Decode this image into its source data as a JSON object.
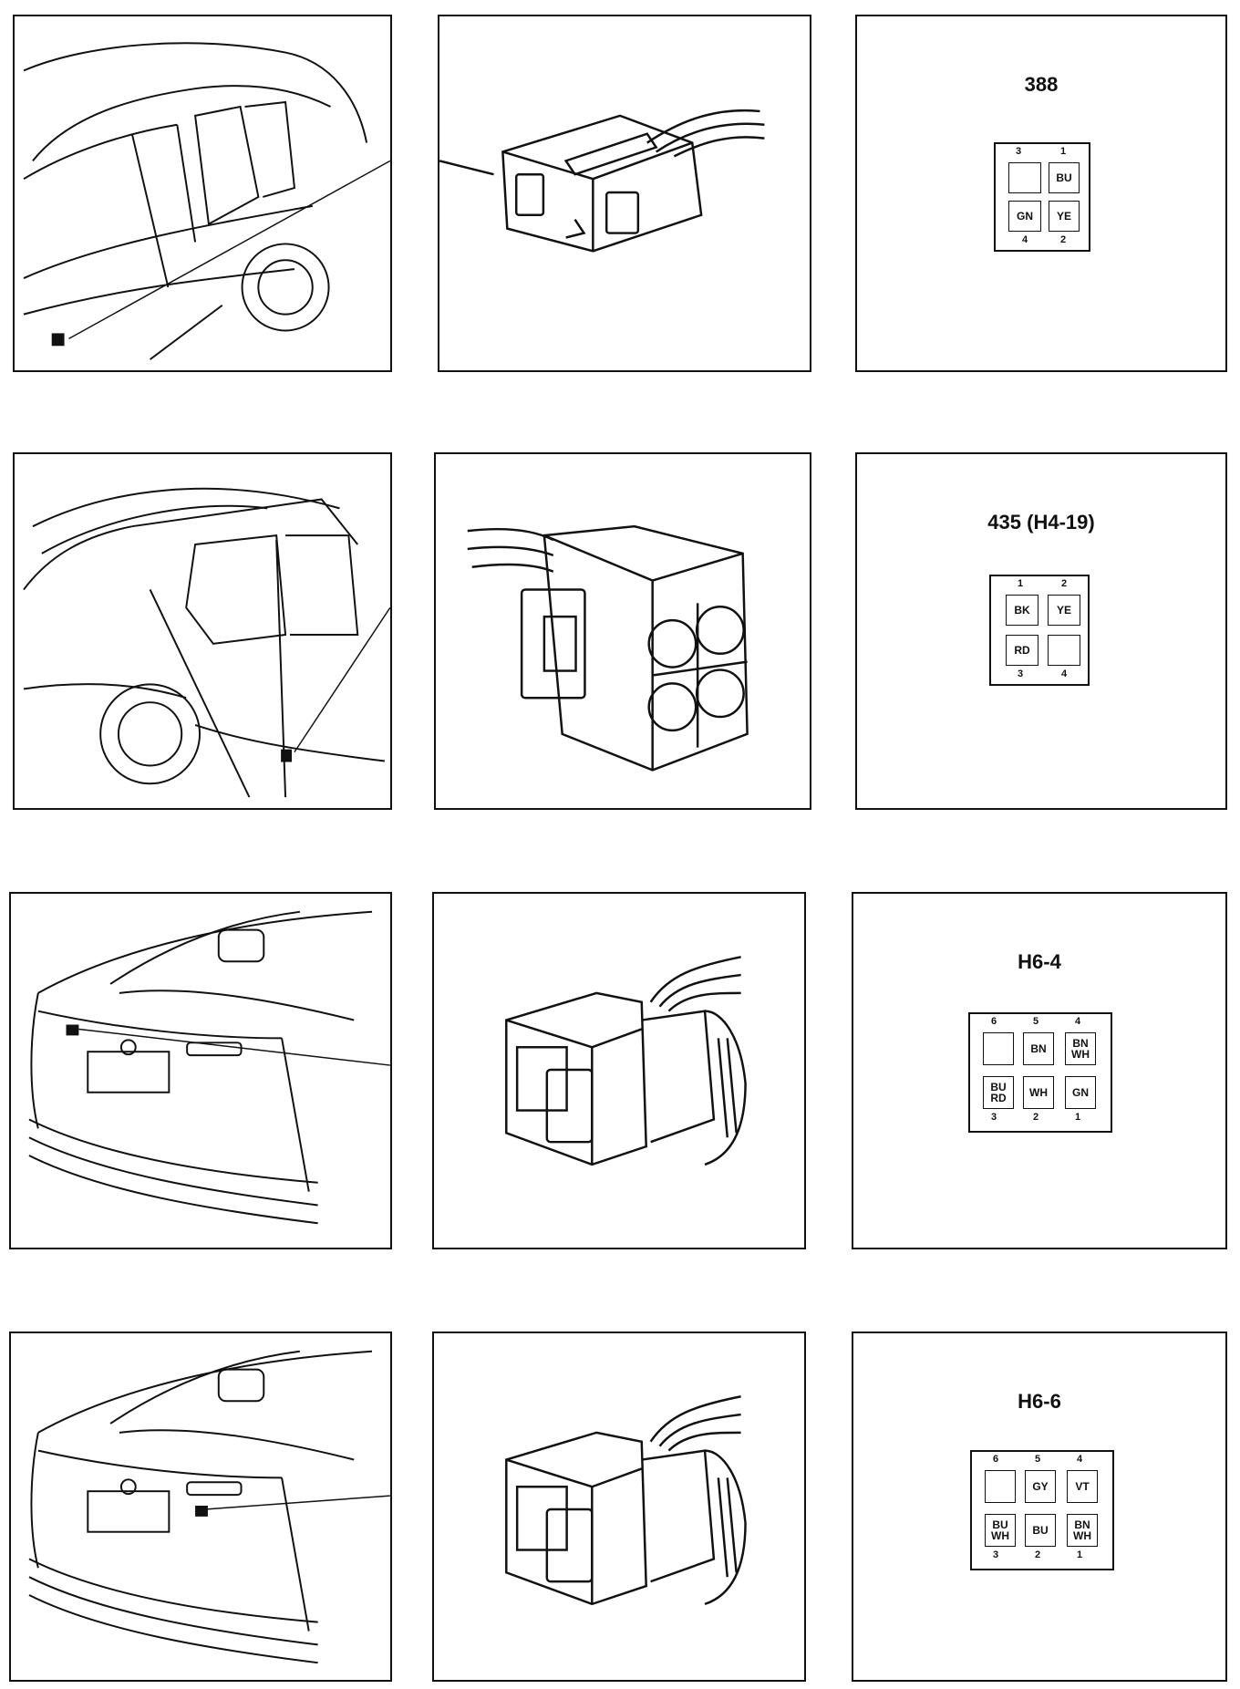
{
  "connectors": [
    {
      "title": "388",
      "pins": [
        {
          "num": "3",
          "color": ""
        },
        {
          "num": "1",
          "color": "BU"
        },
        {
          "num": "4",
          "color": "GN"
        },
        {
          "num": "2",
          "color": "YE"
        }
      ]
    },
    {
      "title": "435 (H4-19)",
      "pins": [
        {
          "num": "1",
          "color": "BK"
        },
        {
          "num": "2",
          "color": "YE"
        },
        {
          "num": "3",
          "color": "RD"
        },
        {
          "num": "4",
          "color": ""
        }
      ]
    },
    {
      "title": "H6-4",
      "pins": [
        {
          "num": "6",
          "color": ""
        },
        {
          "num": "5",
          "color": "BN"
        },
        {
          "num": "4",
          "color": "BN WH"
        },
        {
          "num": "3",
          "color": "BU RD"
        },
        {
          "num": "2",
          "color": "WH"
        },
        {
          "num": "1",
          "color": "GN"
        }
      ]
    },
    {
      "title": "H6-6",
      "pins": [
        {
          "num": "6",
          "color": ""
        },
        {
          "num": "5",
          "color": "GY"
        },
        {
          "num": "4",
          "color": "VT"
        },
        {
          "num": "3",
          "color": "BU WH"
        },
        {
          "num": "2",
          "color": "BU"
        },
        {
          "num": "1",
          "color": "BN WH"
        }
      ]
    }
  ]
}
